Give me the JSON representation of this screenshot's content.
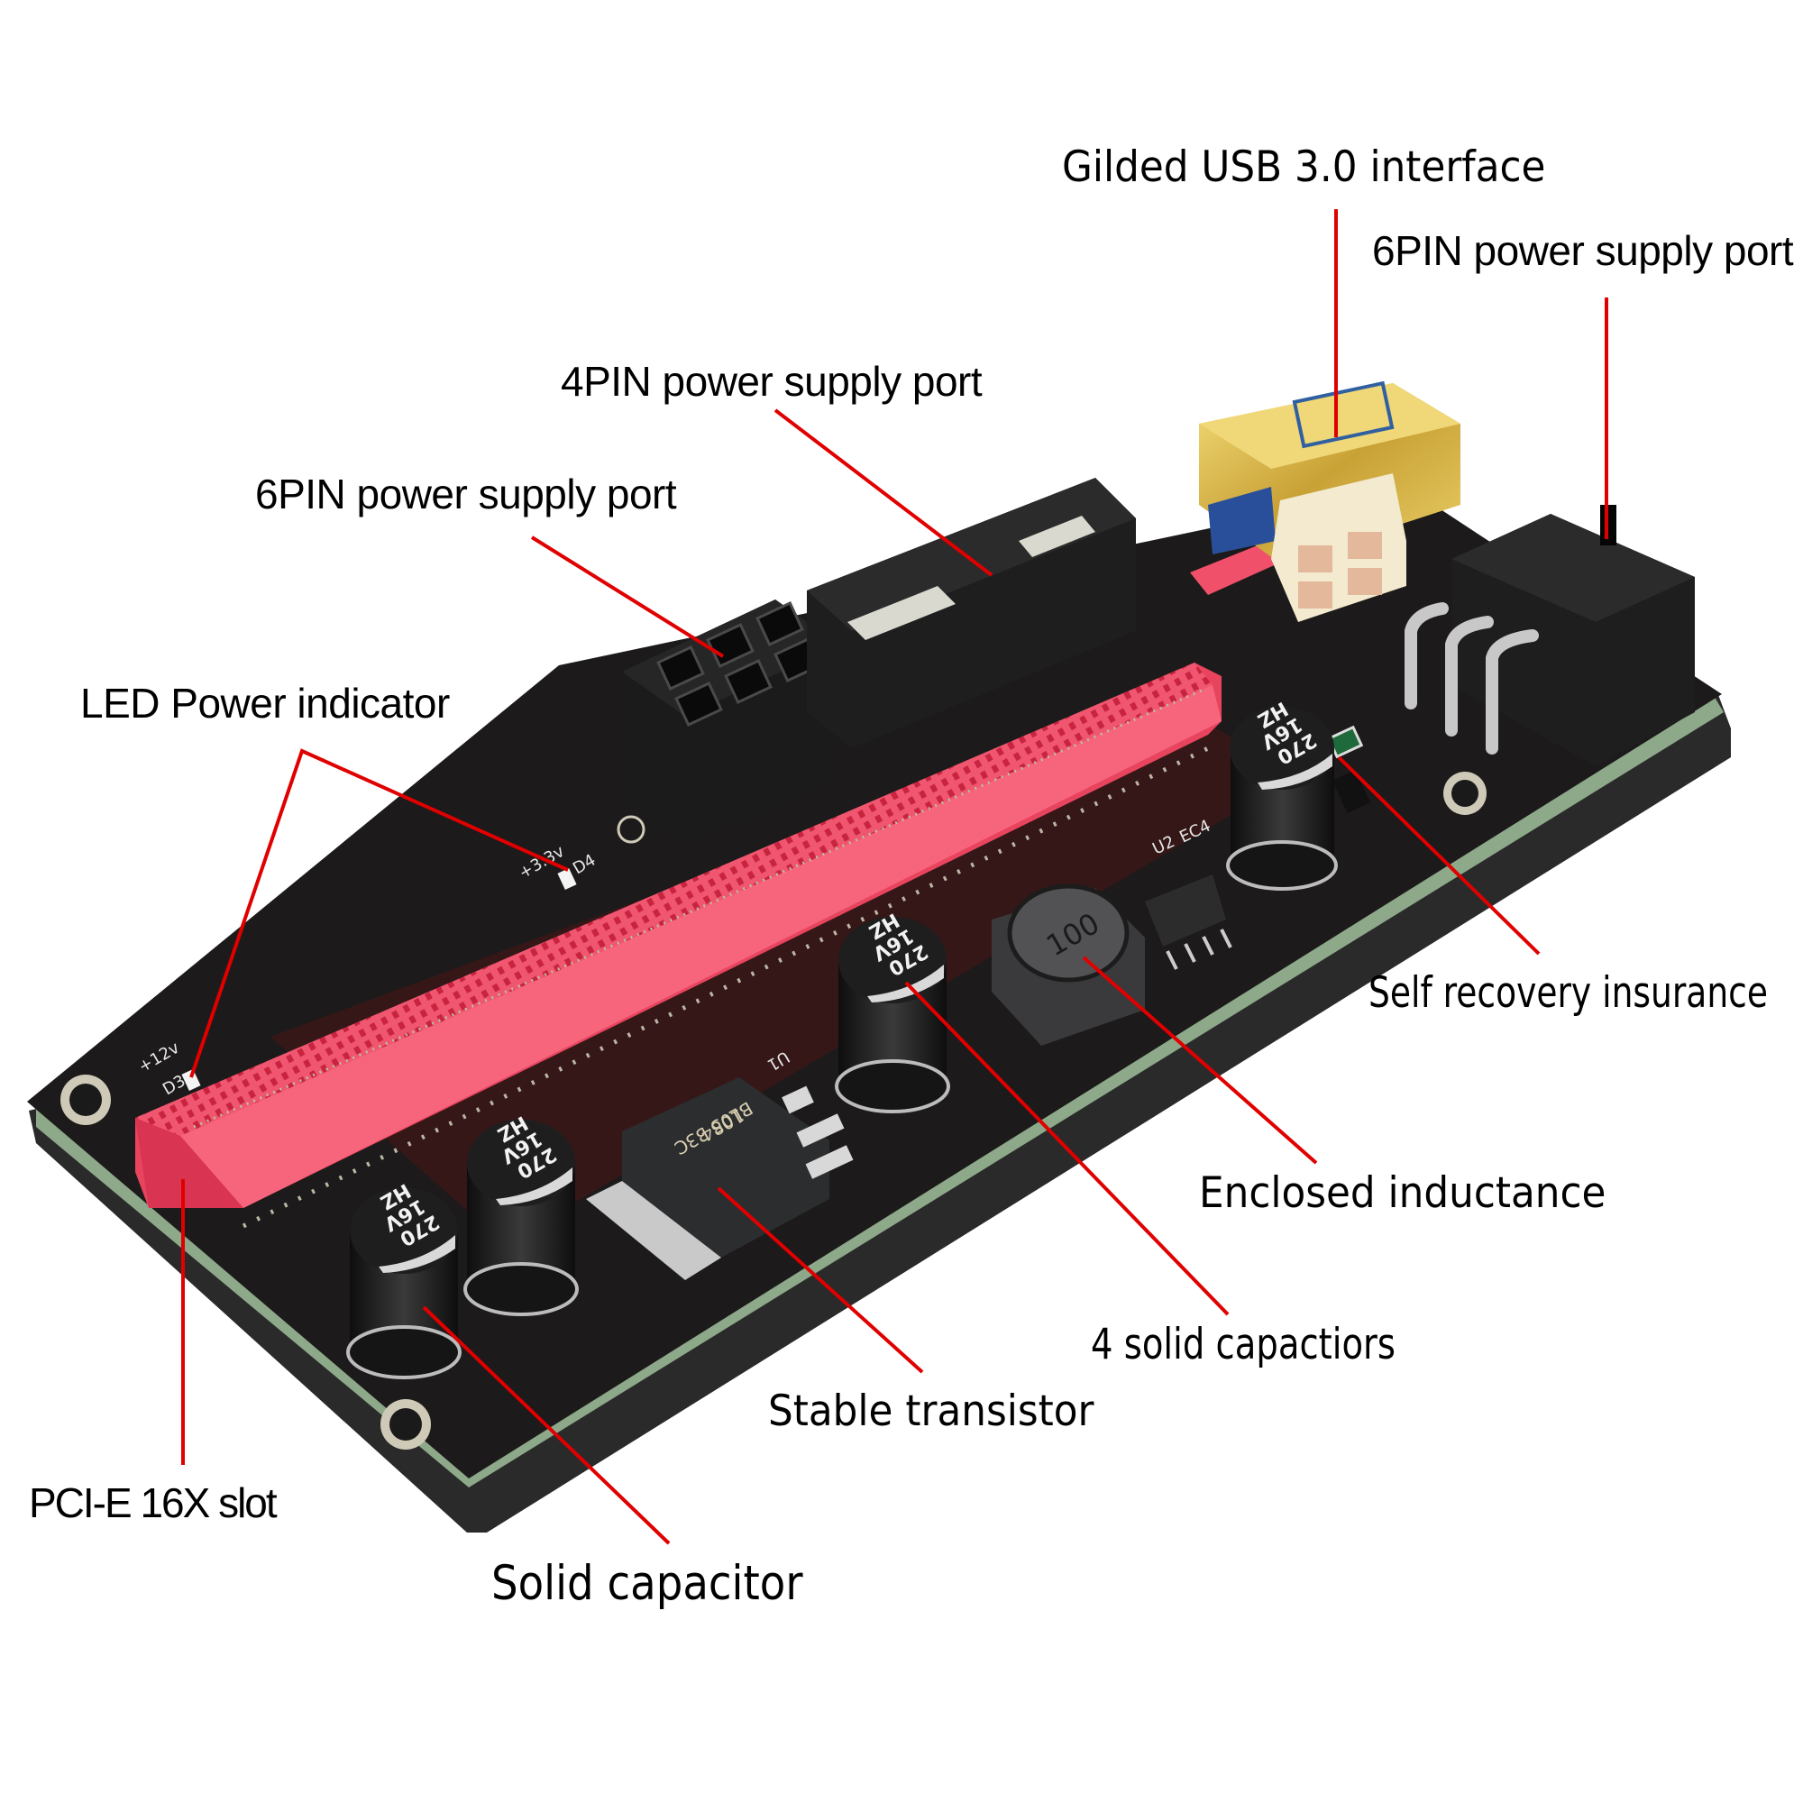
{
  "diagram": {
    "subject": "PCI-E riser card",
    "colors": {
      "leader_line": "#e00000",
      "pcb": "#1c1a1a",
      "pcb_edge": "#9fbf9a",
      "slot": "#f0506a",
      "usb_gold": "#d8b640",
      "molex": "#f3ead0",
      "connector_black": "#1b1b1b"
    },
    "callouts": [
      {
        "id": "usb",
        "text": "Gilded USB  3.0 interface"
      },
      {
        "id": "sixpin_right",
        "text": "6PIN power supply port"
      },
      {
        "id": "fourpin",
        "text": "4PIN power supply port"
      },
      {
        "id": "sixpin_left",
        "text": "6PIN power supply port"
      },
      {
        "id": "led",
        "text": "LED Power indicator"
      },
      {
        "id": "self_recovery",
        "text": "Self recovery insurance"
      },
      {
        "id": "inductance",
        "text": "Enclosed inductance"
      },
      {
        "id": "four_caps",
        "text": "4 solid capactiors"
      },
      {
        "id": "transistor",
        "text": "Stable transistor"
      },
      {
        "id": "pcie_slot",
        "text": "PCI-E 16X slot"
      },
      {
        "id": "solid_cap",
        "text": "Solid capacitor"
      }
    ],
    "silkscreen": {
      "led_12v": "+12v",
      "led_d3": "D3",
      "led_33v": "+3.3v",
      "led_d4": "D4",
      "u1": "U1",
      "u2": "U2",
      "ec4": "EC4",
      "inductor_mark": "100",
      "regulator_line1": "1084",
      "regulator_line2": "BL05 33C",
      "cap_value": "270",
      "cap_voltage": "16V",
      "cap_series": "HZ"
    }
  }
}
